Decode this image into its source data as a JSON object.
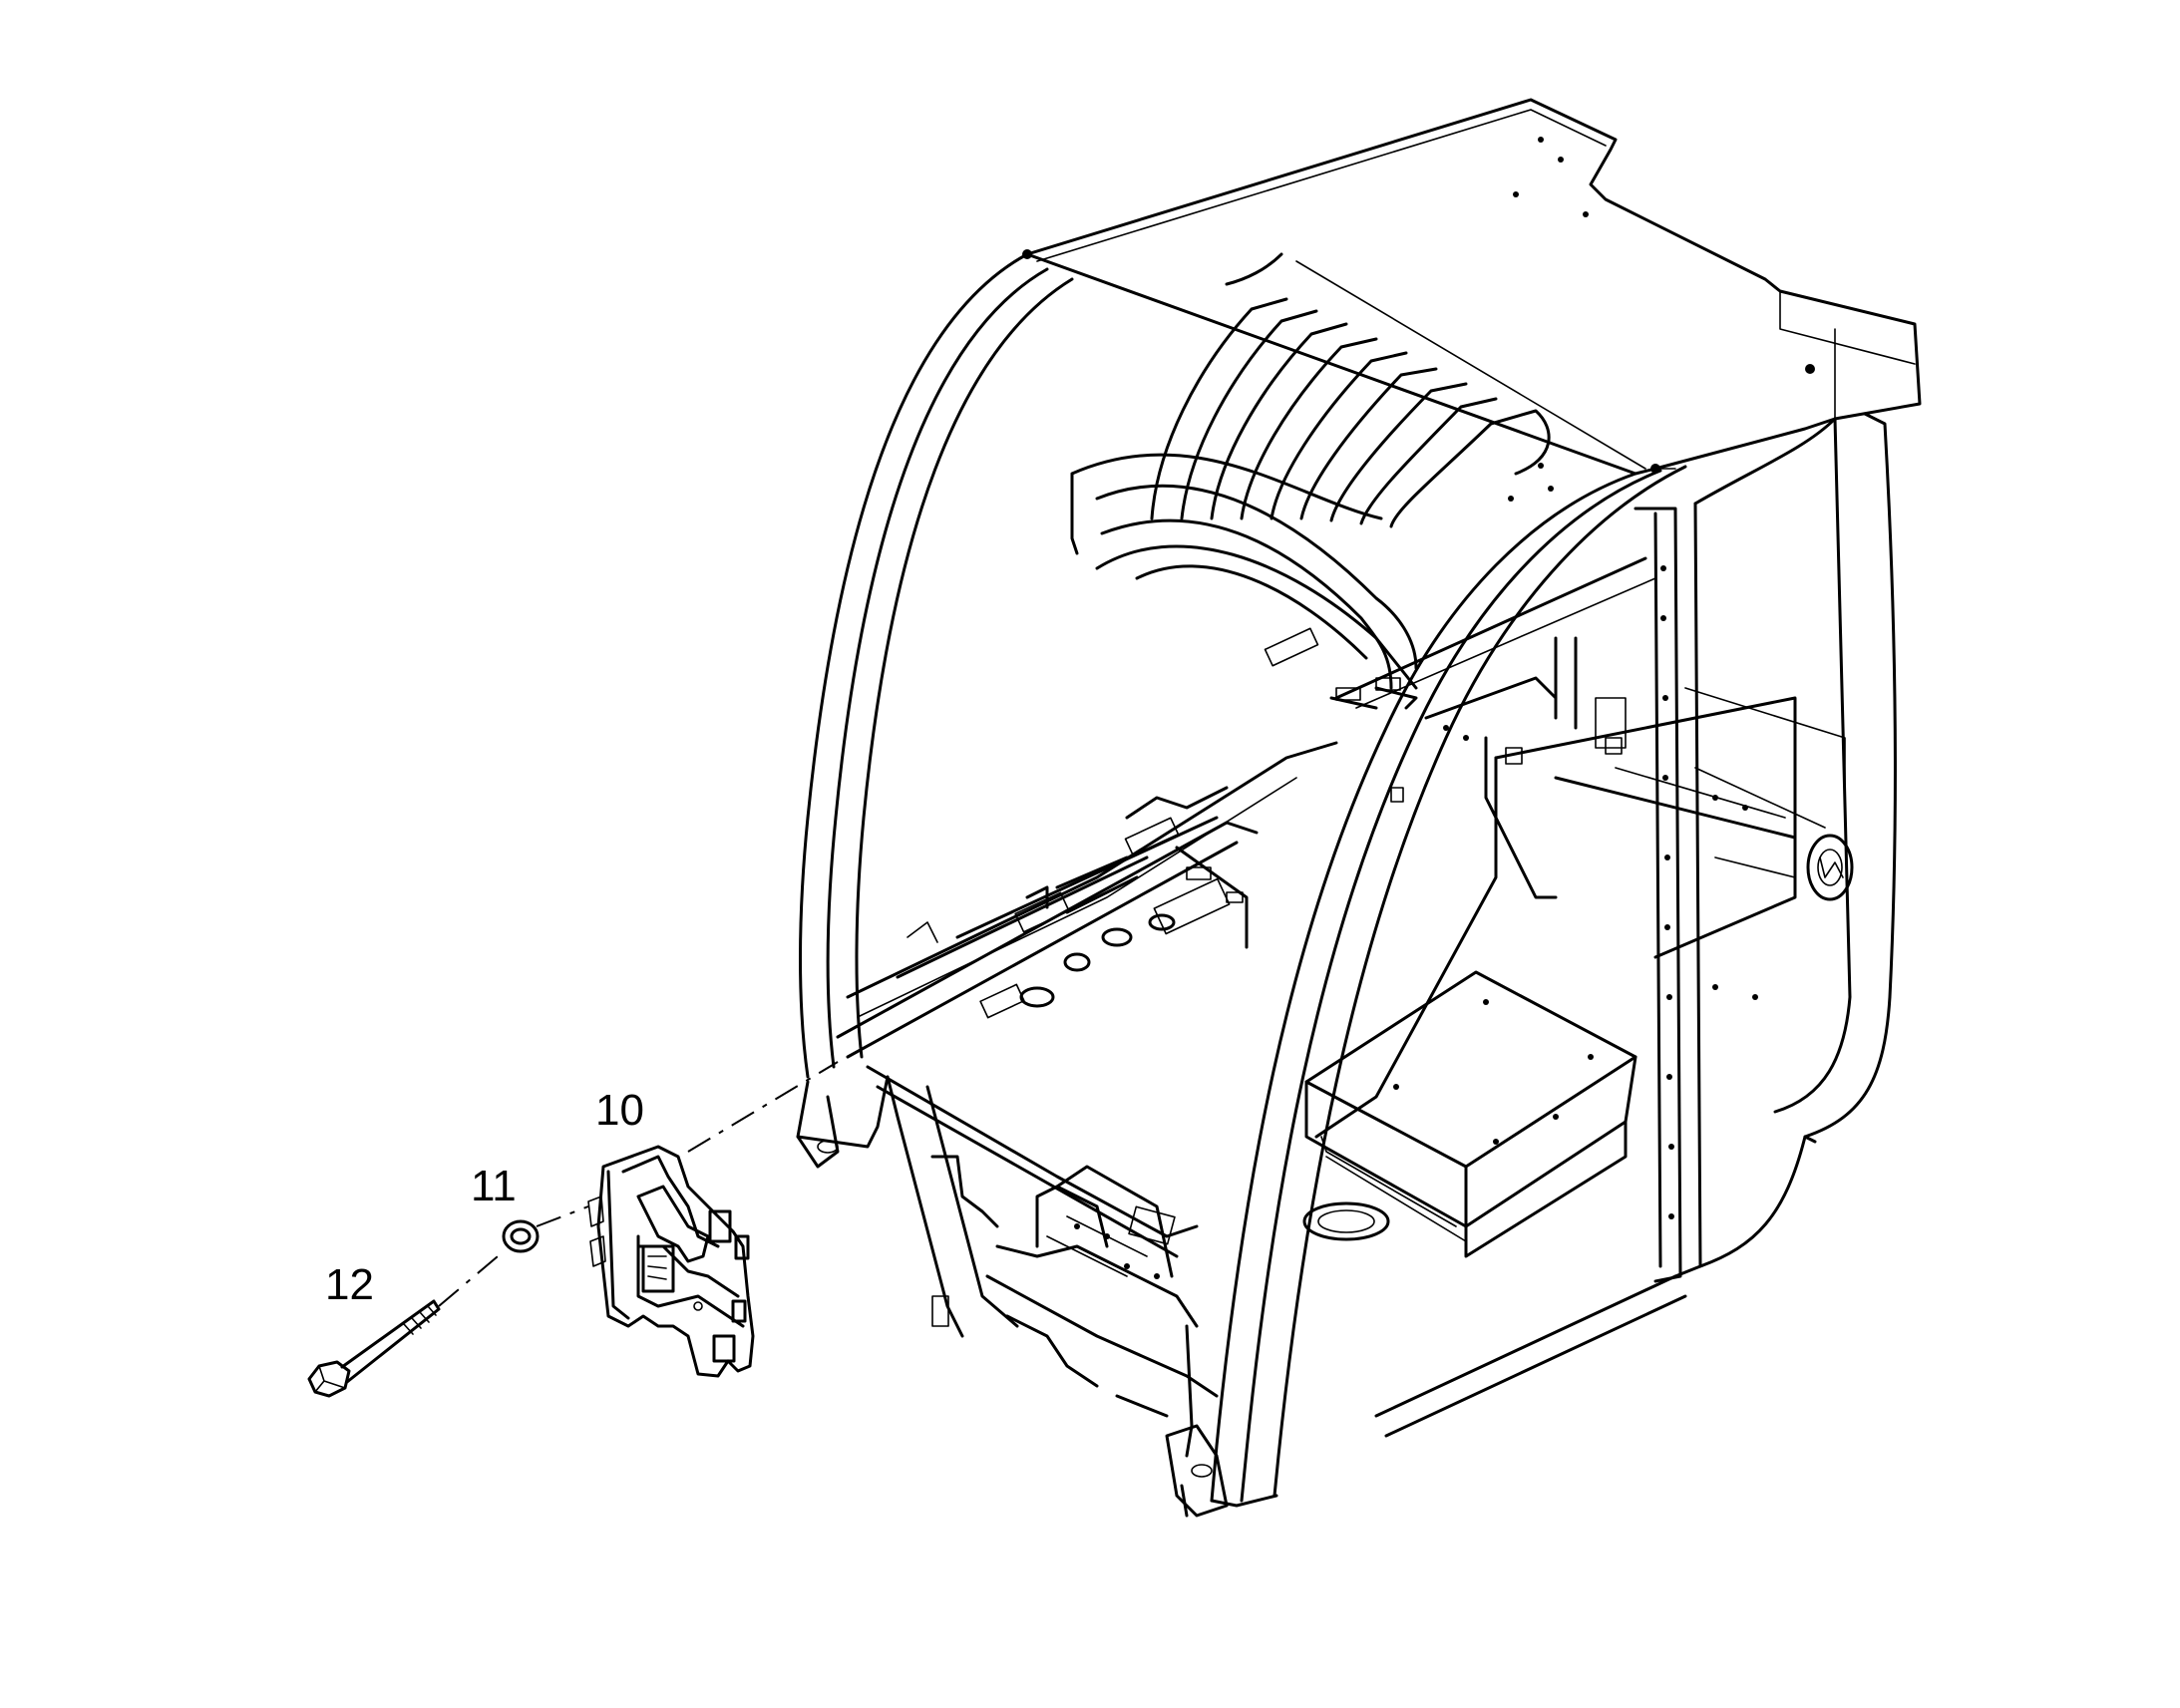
{
  "callouts": [
    {
      "id": "10",
      "label": "10"
    },
    {
      "id": "11",
      "label": "11"
    },
    {
      "id": "12",
      "label": "12"
    }
  ],
  "colors": {
    "line": "#000000",
    "background": "#ffffff"
  }
}
